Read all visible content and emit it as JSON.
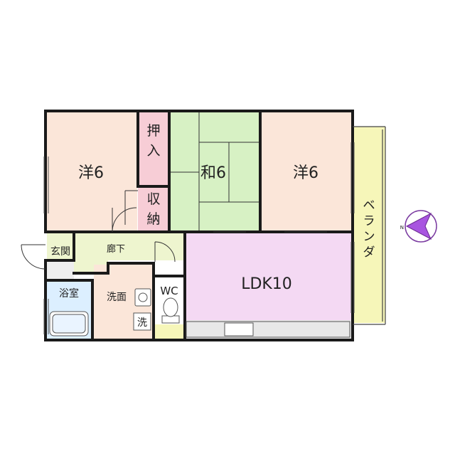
{
  "rooms": {
    "western_left": "洋6",
    "oshiire": "押入",
    "washitsu": "和6",
    "western_right": "洋6",
    "shuno": "収納",
    "genkan": "玄関",
    "roka": "廊下",
    "ldk": "LDK10",
    "bathroom": "浴室",
    "senmen": "洗面",
    "wc": "WC",
    "washer": "洗",
    "veranda": "ベランダ"
  },
  "compass": {
    "north_label": "N"
  },
  "colors": {
    "western": "#fbe6d9",
    "oshiire": "#f7cdd6",
    "tatami": "#d7f1c4",
    "shuno": "#f7cdd6",
    "ldk": "#f4d9f3",
    "hall": "#eef5cf",
    "bath": "#dcefff",
    "senmen": "#fbe6d9",
    "veranda": "#f6f6b9",
    "compass": "#a855e0"
  }
}
